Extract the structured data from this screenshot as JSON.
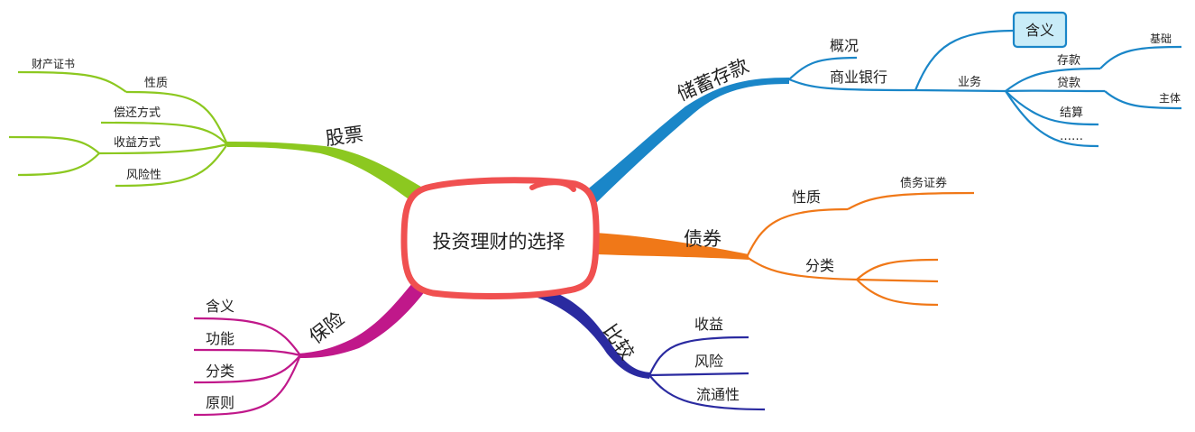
{
  "center": {
    "label": "投资理财的选择"
  },
  "colors": {
    "center_border": "#f05050",
    "savings": "#1a86c8",
    "bonds": "#f07818",
    "compare": "#2a2aa0",
    "insurance": "#c0188a",
    "stocks": "#8cc820",
    "definition_fill": "#c9ecf8"
  },
  "branches": {
    "savings": {
      "label": "储蓄存款",
      "overview": "概况",
      "commercial_bank": "商业银行",
      "definition": "含义",
      "business": "业务",
      "deposit": "存款",
      "loan": "贷款",
      "settlement": "结算",
      "etc": "……",
      "basis": "基础",
      "main_body": "主体"
    },
    "bonds": {
      "label": "债券",
      "nature": "性质",
      "debt_certificate": "债务证券",
      "classification": "分类"
    },
    "compare": {
      "label": "比较",
      "income": "收益",
      "risk": "风险",
      "liquidity": "流通性"
    },
    "insurance": {
      "label": "保险",
      "definition": "含义",
      "function": "功能",
      "classification": "分类",
      "principle": "原则"
    },
    "stocks": {
      "label": "股票",
      "property_cert": "财产证书",
      "nature": "性质",
      "repayment": "偿还方式",
      "income_method": "收益方式",
      "risk": "风险性"
    }
  }
}
